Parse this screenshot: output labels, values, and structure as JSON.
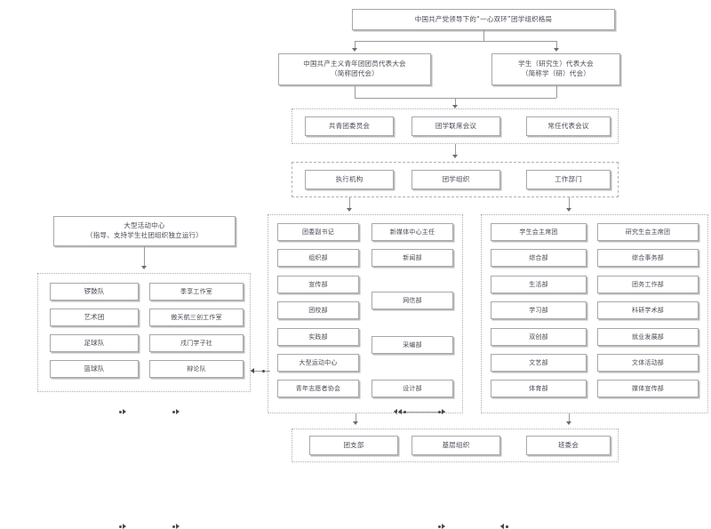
{
  "diagram": {
    "title_node": {
      "label": "中国共产党领导下的“一心双环”团学组织格局"
    },
    "congress_row": [
      {
        "name": "youth-league-congress",
        "label": "中国共产主义青年团团员代表大会\n（简称团代会）"
      },
      {
        "name": "student-congress",
        "label": "学生（研究生）代表大会\n（简称学（研）代会）"
      }
    ],
    "committee_row": {
      "group_name": "committee-group",
      "items": [
        {
          "name": "league-committee",
          "label": "共青团委员会"
        },
        {
          "name": "joint-meeting",
          "label": "团学联席会议"
        },
        {
          "name": "standing-delegates-meeting",
          "label": "常任代表会议"
        }
      ]
    },
    "executive_row": {
      "group_name": "executive-group",
      "items": [
        {
          "name": "executive-body",
          "label": "执行机构"
        },
        {
          "name": "league-student-org",
          "label": "团学组织"
        },
        {
          "name": "work-departments",
          "label": "工作部门"
        }
      ]
    },
    "activity_center": {
      "name": "large-activity-center",
      "label": "大型活动中心\n（指导、支持学生社团组织独立运行）"
    },
    "clubs_group": {
      "group_name": "student-clubs-group",
      "left_column": [
        {
          "name": "club-drum-team",
          "label": "锣鼓队"
        },
        {
          "name": "club-art-troupe",
          "label": "艺术团"
        },
        {
          "name": "club-football-team",
          "label": "足球队"
        },
        {
          "name": "club-basketball-team",
          "label": "篮球队"
        }
      ],
      "right_column": [
        {
          "name": "club-jixiang-studio",
          "label": "季享工作室"
        },
        {
          "name": "club-aerospace-studio",
          "label": "傲天航三创工作室"
        },
        {
          "name": "club-chengmen-academy",
          "label": "戌门学子社"
        },
        {
          "name": "club-debate-team",
          "label": "辩论队"
        }
      ]
    },
    "league_org_group": {
      "group_name": "league-org-group",
      "left_column": [
        {
          "name": "league-deputy-secretary",
          "label": "团委副书记"
        },
        {
          "name": "dept-organization",
          "label": "组织部"
        },
        {
          "name": "dept-propaganda",
          "label": "宣传部"
        },
        {
          "name": "dept-school-league",
          "label": "团校部"
        },
        {
          "name": "dept-practice",
          "label": "实践部"
        },
        {
          "name": "unit-activity-center",
          "label": "大型运动中心"
        },
        {
          "name": "unit-volunteer-association",
          "label": "青年志愿者协会"
        }
      ],
      "right_column": [
        {
          "name": "newmedia-center-director",
          "label": "新媒体中心主任"
        },
        {
          "name": "dept-news",
          "label": "新闻部"
        },
        {
          "name": "dept-network-info",
          "label": "网信部"
        },
        {
          "name": "dept-editing",
          "label": "采编部"
        },
        {
          "name": "dept-design",
          "label": "设计部"
        }
      ]
    },
    "student-union-group": {
      "group_name": "student-union-group",
      "left_column": [
        {
          "name": "student-union-chairman",
          "label": "学生会主席团"
        },
        {
          "name": "su-general-office",
          "label": "综合部"
        },
        {
          "name": "su-life-dept",
          "label": "生活部"
        },
        {
          "name": "su-study-dept",
          "label": "学习部"
        },
        {
          "name": "su-innovation-dept",
          "label": "双创部"
        },
        {
          "name": "su-arts-dept",
          "label": "文艺部"
        },
        {
          "name": "su-sports-dept",
          "label": "体育部"
        }
      ],
      "right_column": [
        {
          "name": "grad-union-chairman",
          "label": "研究生会主席团"
        },
        {
          "name": "gu-general-affairs",
          "label": "综合事务部"
        },
        {
          "name": "gu-league-work",
          "label": "团务工作部"
        },
        {
          "name": "gu-research-academic",
          "label": "科研学术部"
        },
        {
          "name": "gu-career-development",
          "label": "就业发展部"
        },
        {
          "name": "gu-culture-sports",
          "label": "文体活动部"
        },
        {
          "name": "gu-media-promotion",
          "label": "媒体宣传部"
        }
      ]
    },
    "grassroots_row": {
      "group_name": "grassroots-group",
      "items": [
        {
          "name": "league-branch",
          "label": "团支部"
        },
        {
          "name": "grassroots-organization",
          "label": "基层组织"
        },
        {
          "name": "class-committee",
          "label": "班委会"
        }
      ]
    }
  }
}
